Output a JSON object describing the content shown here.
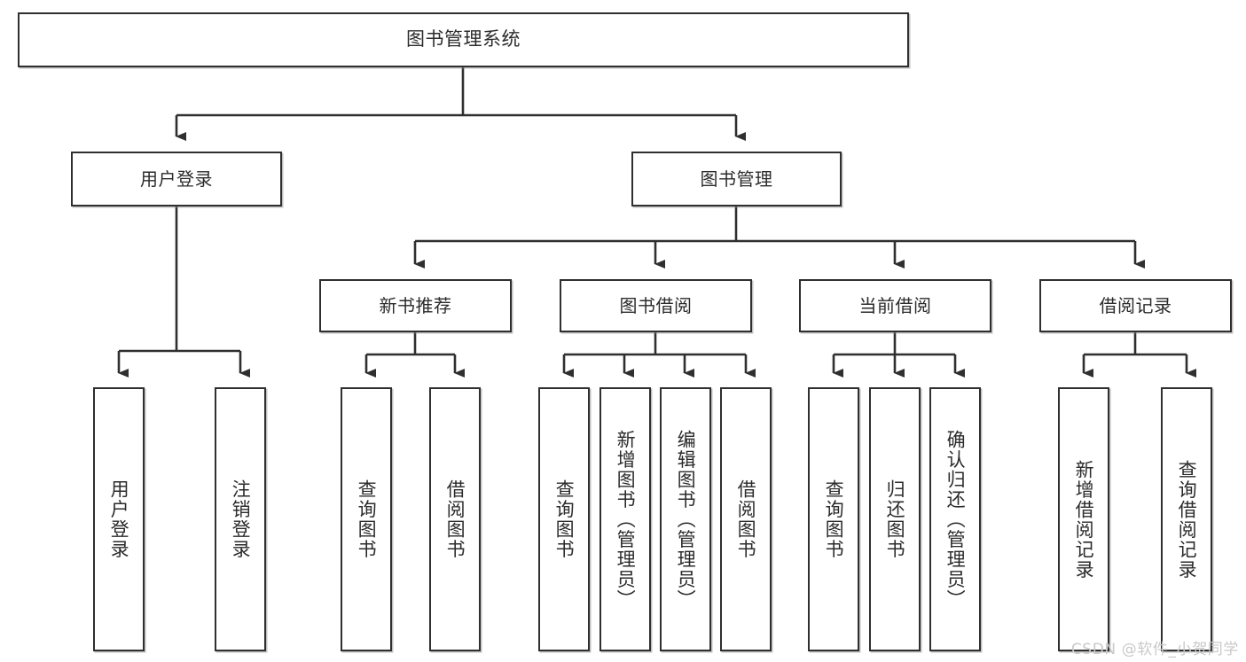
{
  "diagram": {
    "type": "hierarchy-tree",
    "title": "图书管理系统",
    "orientation": "top-down",
    "colors": {
      "box_border": "#2f2f2f",
      "box_fill": "#ffffff",
      "connector": "#2f2f2f",
      "text": "#2b2b2b",
      "watermark": "#c9c9c9"
    },
    "levels": [
      {
        "level": 1,
        "nodes": [
          {
            "id": "root",
            "label": "图书管理系统"
          }
        ]
      },
      {
        "level": 2,
        "nodes": [
          {
            "id": "login",
            "label": "用户登录",
            "parent": "root"
          },
          {
            "id": "bookmgmt",
            "label": "图书管理",
            "parent": "root"
          }
        ]
      },
      {
        "level": 3,
        "nodes": [
          {
            "id": "newbook",
            "label": "新书推荐",
            "parent": "bookmgmt"
          },
          {
            "id": "borrow",
            "label": "图书借阅",
            "parent": "bookmgmt"
          },
          {
            "id": "current",
            "label": "当前借阅",
            "parent": "bookmgmt"
          },
          {
            "id": "records",
            "label": "借阅记录",
            "parent": "bookmgmt"
          }
        ]
      },
      {
        "level": 4,
        "nodes": [
          {
            "id": "leaf-1",
            "label": "用户登录",
            "parent": "login"
          },
          {
            "id": "leaf-2",
            "label": "注销登录",
            "parent": "login"
          },
          {
            "id": "leaf-3",
            "label": "查询图书",
            "parent": "newbook"
          },
          {
            "id": "leaf-4",
            "label": "借阅图书",
            "parent": "newbook"
          },
          {
            "id": "leaf-5",
            "label": "查询图书",
            "parent": "borrow"
          },
          {
            "id": "leaf-6",
            "label": "新增图书（管理员）",
            "parent": "borrow"
          },
          {
            "id": "leaf-7",
            "label": "编辑图书（管理员）",
            "parent": "borrow"
          },
          {
            "id": "leaf-8",
            "label": "借阅图书",
            "parent": "borrow"
          },
          {
            "id": "leaf-9",
            "label": "查询图书",
            "parent": "current"
          },
          {
            "id": "leaf-10",
            "label": "归还图书",
            "parent": "current"
          },
          {
            "id": "leaf-11",
            "label": "确认归还（管理员）",
            "parent": "current"
          },
          {
            "id": "leaf-12",
            "label": "新增借阅记录",
            "parent": "records"
          },
          {
            "id": "leaf-13",
            "label": "查询借阅记录",
            "parent": "records"
          }
        ]
      }
    ]
  },
  "watermark": {
    "text": "CSDN @软件_小贺同学"
  }
}
